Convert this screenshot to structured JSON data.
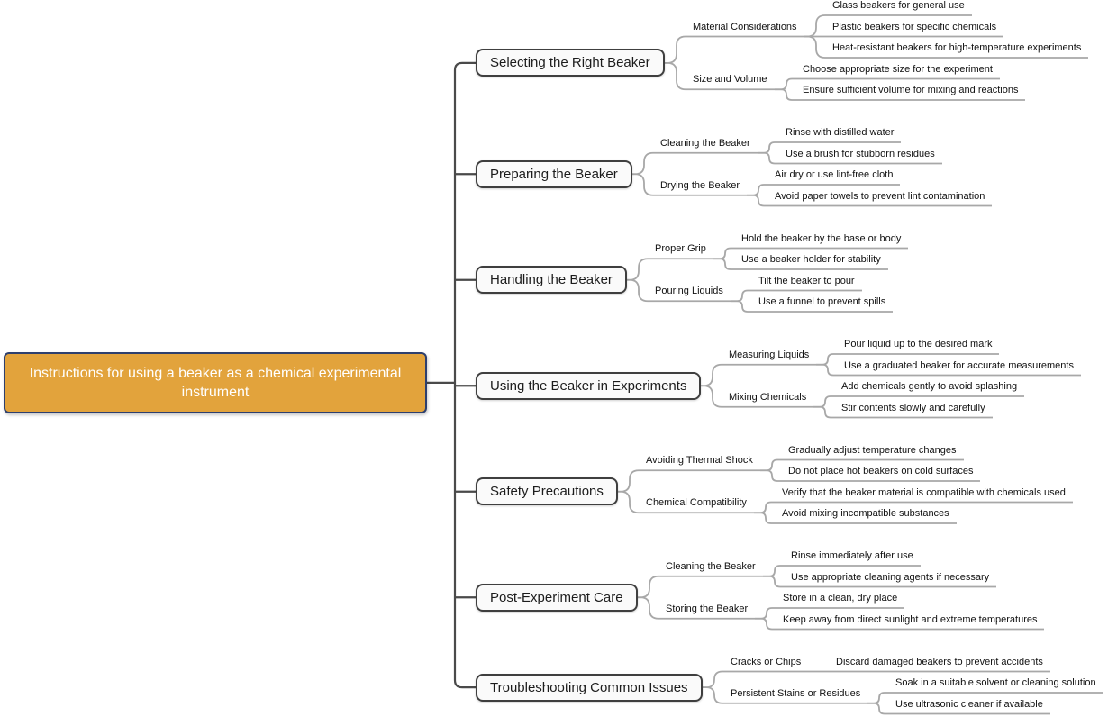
{
  "root": {
    "label": "Instructions for using a beaker as a chemical experimental instrument"
  },
  "branches": [
    {
      "label": "Selecting the Right Beaker",
      "subtopics": [
        {
          "label": "Material Considerations",
          "leaves": [
            "Glass beakers for general use",
            "Plastic beakers for specific chemicals",
            "Heat-resistant beakers for high-temperature experiments"
          ]
        },
        {
          "label": "Size and Volume",
          "leaves": [
            "Choose appropriate size for the experiment",
            "Ensure sufficient volume for mixing and reactions"
          ]
        }
      ]
    },
    {
      "label": "Preparing the Beaker",
      "subtopics": [
        {
          "label": "Cleaning the Beaker",
          "leaves": [
            "Rinse with distilled water",
            "Use a brush for stubborn residues"
          ]
        },
        {
          "label": "Drying the Beaker",
          "leaves": [
            "Air dry or use lint-free cloth",
            "Avoid paper towels to prevent lint contamination"
          ]
        }
      ]
    },
    {
      "label": "Handling the Beaker",
      "subtopics": [
        {
          "label": "Proper Grip",
          "leaves": [
            "Hold the beaker by the base or body",
            "Use a beaker holder for stability"
          ]
        },
        {
          "label": "Pouring Liquids",
          "leaves": [
            "Tilt the beaker to pour",
            "Use a funnel to prevent spills"
          ]
        }
      ]
    },
    {
      "label": "Using the Beaker in Experiments",
      "subtopics": [
        {
          "label": "Measuring Liquids",
          "leaves": [
            "Pour liquid up to the desired mark",
            "Use a graduated beaker for accurate measurements"
          ]
        },
        {
          "label": "Mixing Chemicals",
          "leaves": [
            "Add chemicals gently to avoid splashing",
            "Stir contents slowly and carefully"
          ]
        }
      ]
    },
    {
      "label": "Safety Precautions",
      "subtopics": [
        {
          "label": "Avoiding Thermal Shock",
          "leaves": [
            "Gradually adjust temperature changes",
            "Do not place hot beakers on cold surfaces"
          ]
        },
        {
          "label": "Chemical Compatibility",
          "leaves": [
            "Verify that the beaker material is compatible with chemicals used",
            "Avoid mixing incompatible substances"
          ]
        }
      ]
    },
    {
      "label": "Post-Experiment Care",
      "subtopics": [
        {
          "label": "Cleaning the Beaker",
          "leaves": [
            "Rinse immediately after use",
            "Use appropriate cleaning agents if necessary"
          ]
        },
        {
          "label": "Storing the Beaker",
          "leaves": [
            "Store in a clean, dry place",
            "Keep away from direct sunlight and extreme temperatures"
          ]
        }
      ]
    },
    {
      "label": "Troubleshooting Common Issues",
      "subtopics": [
        {
          "label": "Cracks or Chips",
          "leaves": [
            "Discard damaged beakers to prevent accidents"
          ]
        },
        {
          "label": "Persistent Stains or Residues",
          "leaves": [
            "Soak in a suitable solvent or cleaning solution",
            "Use ultrasonic cleaner if available"
          ]
        }
      ]
    }
  ],
  "colors": {
    "root_fill": "#e2a33c",
    "root_border": "#2d3f6e",
    "root_text": "#ffffff",
    "box_fill": "#fafafa",
    "box_border": "#3f3f3f",
    "main_line": "#4a4a4a",
    "sub_line": "#a8a8a8",
    "text": "#111111"
  }
}
